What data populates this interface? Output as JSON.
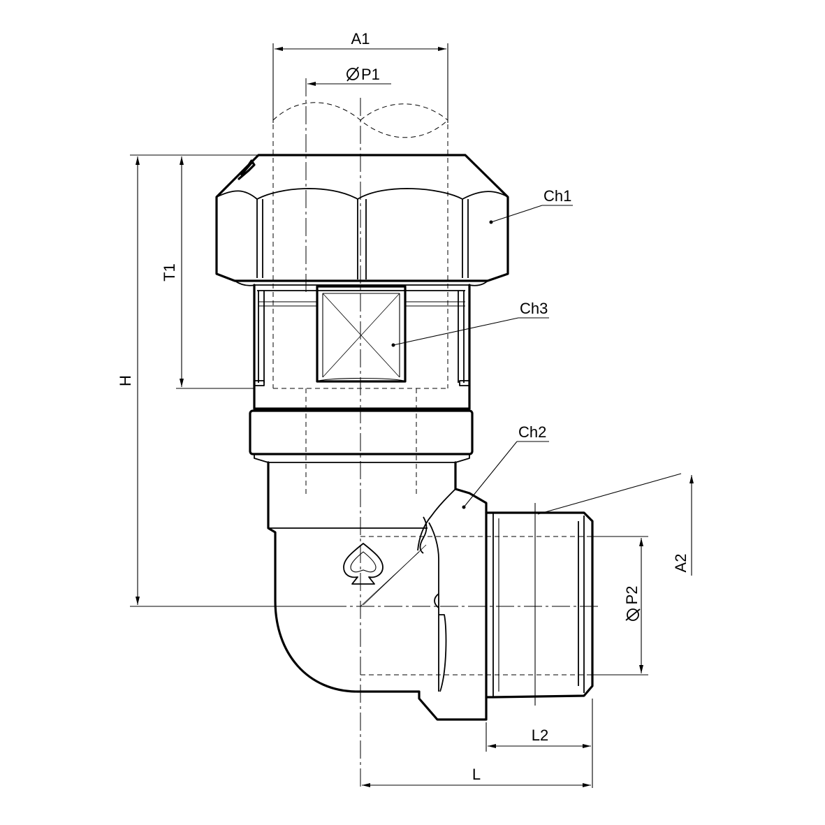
{
  "labels": {
    "a1": "A1",
    "p1": "P1",
    "ch1": "Ch1",
    "ch2": "Ch2",
    "ch3": "Ch3",
    "t1": "T1",
    "h": "H",
    "a2": "A2",
    "p2": "P2",
    "l": "L",
    "l2": "L2"
  },
  "symbols": {
    "diameter": "diameter-symbol",
    "logo": "spade-logo-icon"
  },
  "colors": {
    "ink": "#000000",
    "paper": "#ffffff"
  }
}
